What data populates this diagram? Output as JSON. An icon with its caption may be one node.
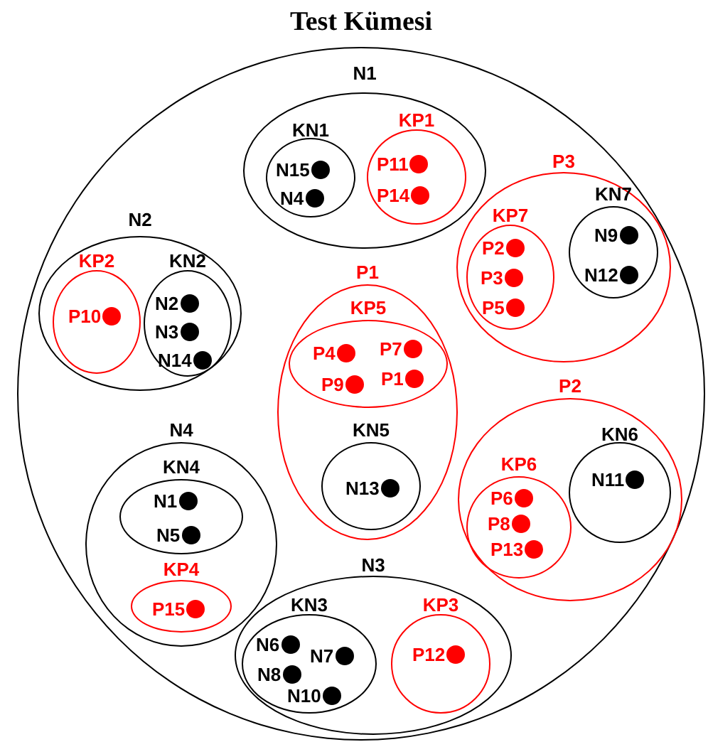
{
  "diagram": {
    "nodes": [
      {
        "text": [
          "Test Kümesi"
        ]
      },
      {
        "text": [
          "N1"
        ],
        "in": 0
      },
      {
        "text": [
          "KN1"
        ],
        "in": 1
      },
      {
        "text": [
          "N15"
        ],
        "in": 2
      },
      {
        "text": [
          "N4"
        ],
        "in": 2
      },
      {
        "text": [
          "KP1"
        ],
        "in": 1
      },
      {
        "text": [
          "P11"
        ],
        "in": 5
      },
      {
        "text": [
          "P14"
        ],
        "in": 5
      },
      {
        "text": [
          "P3"
        ],
        "in": 0
      },
      {
        "text": [
          "KP7"
        ],
        "in": 8
      },
      {
        "text": [
          "P2"
        ],
        "in": 9
      },
      {
        "text": [
          "P3"
        ],
        "in": 9
      },
      {
        "text": [
          "P5"
        ],
        "in": 9
      },
      {
        "text": [
          "KN7"
        ],
        "in": 8
      },
      {
        "text": [
          "N9"
        ],
        "in": 13
      },
      {
        "text": [
          "N12"
        ],
        "in": 13
      },
      {
        "text": [
          "N2"
        ],
        "in": 0
      },
      {
        "text": [
          "KP2"
        ],
        "in": 16
      },
      {
        "text": [
          "P10"
        ],
        "in": 17
      },
      {
        "text": [
          "KN2"
        ],
        "in": 16
      },
      {
        "text": [
          "N2"
        ],
        "in": 19
      },
      {
        "text": [
          "N3"
        ],
        "in": 19
      },
      {
        "text": [
          "N14"
        ],
        "in": 19
      },
      {
        "text": [
          "P1"
        ],
        "in": 0
      },
      {
        "text": [
          "KP5"
        ],
        "in": 23
      },
      {
        "text": [
          "P4"
        ],
        "in": 24
      },
      {
        "text": [
          "P7"
        ],
        "in": 24
      },
      {
        "text": [
          "P9"
        ],
        "in": 24
      },
      {
        "text": [
          "P1"
        ],
        "in": 24
      },
      {
        "text": [
          "KN5"
        ],
        "in": 23
      },
      {
        "text": [
          "N13"
        ],
        "in": 29
      },
      {
        "text": [
          "N4"
        ],
        "in": 0
      },
      {
        "text": [
          "KN4"
        ],
        "in": 31
      },
      {
        "text": [
          "N1"
        ],
        "in": 32
      },
      {
        "text": [
          "N5"
        ],
        "in": 32
      },
      {
        "text": [
          "KP4"
        ],
        "in": 31
      },
      {
        "text": [
          "P15"
        ],
        "in": 35
      },
      {
        "text": [
          "P2"
        ],
        "in": 0
      },
      {
        "text": [
          "KP6"
        ],
        "in": 37
      },
      {
        "text": [
          "P6"
        ],
        "in": 38
      },
      {
        "text": [
          "P8"
        ],
        "in": 38
      },
      {
        "text": [
          "P13"
        ],
        "in": 38
      },
      {
        "text": [
          "KN6"
        ],
        "in": 37
      },
      {
        "text": [
          "N11"
        ],
        "in": 42
      },
      {
        "text": [
          "N3"
        ],
        "in": 0
      },
      {
        "text": [
          "KN3"
        ],
        "in": 44
      },
      {
        "text": [
          "N6"
        ],
        "in": 45
      },
      {
        "text": [
          "N7"
        ],
        "in": 45
      },
      {
        "text": [
          "N8"
        ],
        "in": 45
      },
      {
        "text": [
          "N10"
        ],
        "in": 45
      },
      {
        "text": [
          "KP3"
        ],
        "in": 44
      },
      {
        "text": [
          "P12"
        ],
        "in": 50
      }
    ]
  }
}
